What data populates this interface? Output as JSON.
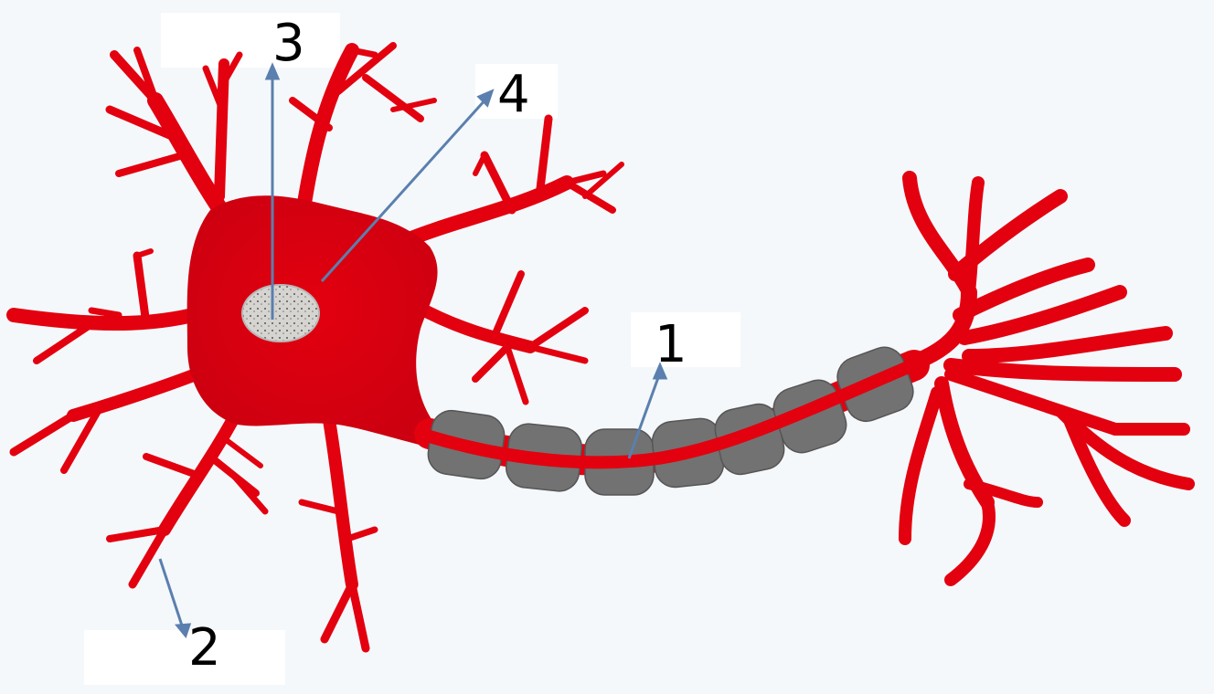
{
  "colors": {
    "neuron": "#e3000f",
    "myelin": "#6e6e6e",
    "nucleus": "#d8d6d2",
    "pointer": "#5b7fae"
  },
  "labels": {
    "axon": "1",
    "dendrite": "2",
    "nucleus": "3",
    "cell_body": "4"
  }
}
